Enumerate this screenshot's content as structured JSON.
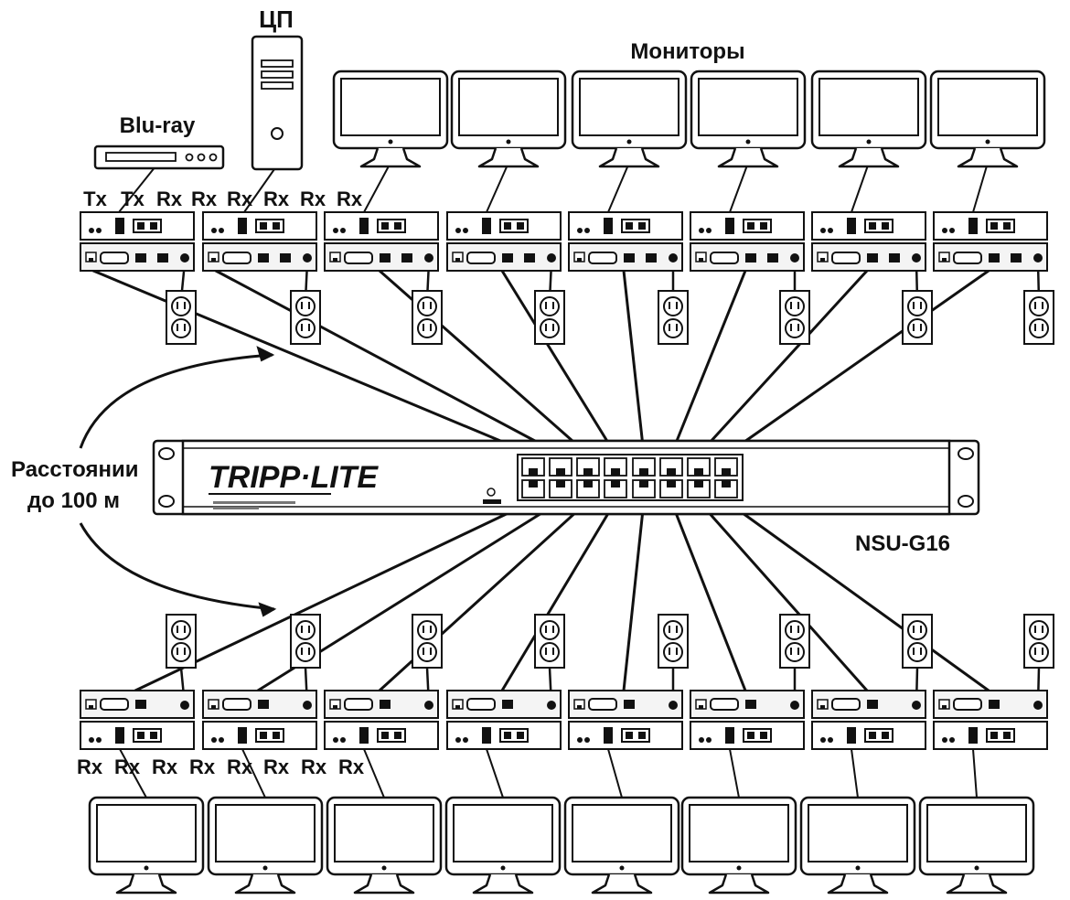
{
  "labels": {
    "cpu": "ЦП",
    "monitors": "Мониторы",
    "bluray": "Blu-ray",
    "distance_line1": "Расстоянии",
    "distance_line2": "до 100 м",
    "switch_model": "NSU-G16",
    "brand": "TRIPP·LITE"
  },
  "top_port_labels": [
    "Tx",
    "Tx",
    "Rx",
    "Rx",
    "Rx",
    "Rx",
    "Rx",
    "Rx"
  ],
  "bottom_port_labels": [
    "Rx",
    "Rx",
    "Rx",
    "Rx",
    "Rx",
    "Rx",
    "Rx",
    "Rx"
  ],
  "colors": {
    "line": "#111111",
    "device_fill": "#ffffff",
    "panel_fill": "#f4f4f4"
  }
}
